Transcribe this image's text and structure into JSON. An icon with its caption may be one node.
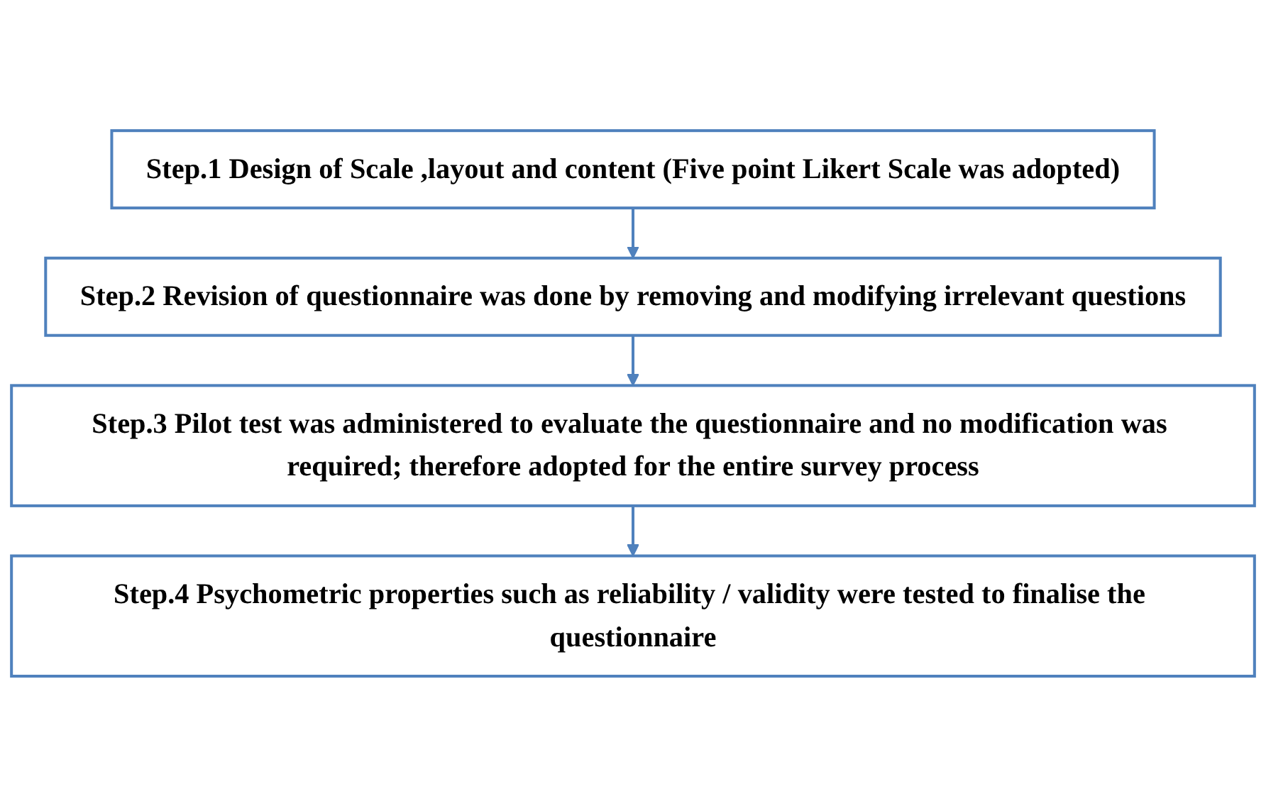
{
  "diagram": {
    "nodes": [
      {
        "text": [
          "Step.1 Design of Scale ,layout and content (Five point Likert Scale was adopted)"
        ]
      },
      {
        "text": [
          "Step.2 Revision of questionnaire was done by removing and modifying irrelevant questions"
        ]
      },
      {
        "text": [
          "Step.3 Pilot test was administered to evaluate the questionnaire and no modification was required; therefore adopted for the entire survey process"
        ]
      },
      {
        "text": [
          "Step.4 Psychometric properties such as reliability / validity were tested to finalise the questionnaire"
        ]
      }
    ],
    "edges": [
      {
        "from": 0,
        "to": 1,
        "arrow": "to"
      },
      {
        "from": 1,
        "to": 2,
        "arrow": "to"
      },
      {
        "from": 2,
        "to": 3,
        "arrow": "to"
      }
    ]
  }
}
